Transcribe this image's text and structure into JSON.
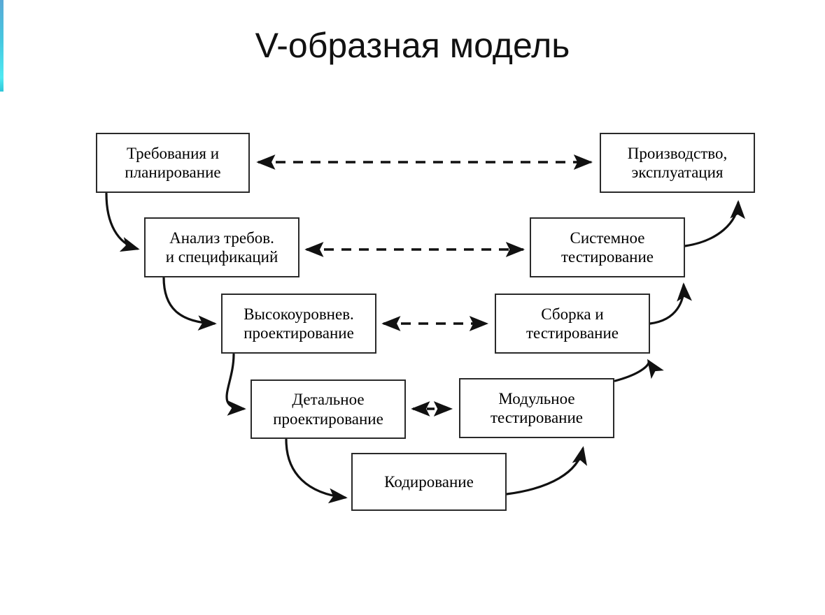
{
  "page": {
    "title": "V-образная модель",
    "accent_color": "#4fe9f2",
    "background_color": "#ffffff",
    "line_color": "#2a2a2a"
  },
  "diagram": {
    "type": "v-model",
    "nodes": [
      {
        "id": "requirements",
        "side": "left",
        "level": 1,
        "line1": "Требования и",
        "line2": "планирование"
      },
      {
        "id": "analysis",
        "side": "left",
        "level": 2,
        "line1": "Анализ требов.",
        "line2": "и спецификаций"
      },
      {
        "id": "high-level-design",
        "side": "left",
        "level": 3,
        "line1": "Высокоуровнев.",
        "line2": "проектирование"
      },
      {
        "id": "detailed-design",
        "side": "left",
        "level": 4,
        "line1": "Детальное",
        "line2": "проектирование"
      },
      {
        "id": "coding",
        "side": "bottom",
        "level": 5,
        "line1": "Кодирование",
        "line2": ""
      },
      {
        "id": "unit-testing",
        "side": "right",
        "level": 4,
        "line1": "Модульное",
        "line2": "тестирование"
      },
      {
        "id": "integration-testing",
        "side": "right",
        "level": 3,
        "line1": "Сборка и",
        "line2": "тестирование"
      },
      {
        "id": "system-testing",
        "side": "right",
        "level": 2,
        "line1": "Системное",
        "line2": "тестирование"
      },
      {
        "id": "production",
        "side": "right",
        "level": 1,
        "line1": "Производство,",
        "line2": "эксплуатация"
      }
    ],
    "verification_links": [
      {
        "id": "link-level-1",
        "from": "requirements",
        "to": "production",
        "style": "dashed",
        "arrows": "both"
      },
      {
        "id": "link-level-2",
        "from": "analysis",
        "to": "system-testing",
        "style": "dashed",
        "arrows": "both"
      },
      {
        "id": "link-level-3",
        "from": "high-level-design",
        "to": "integration-testing",
        "style": "dashed",
        "arrows": "both"
      },
      {
        "id": "link-level-4",
        "from": "detailed-design",
        "to": "unit-testing",
        "style": "dashed",
        "arrows": "both"
      }
    ],
    "flow_links": [
      {
        "id": "flow-req-analysis",
        "from": "requirements",
        "to": "analysis",
        "style": "curved",
        "arrows": "end"
      },
      {
        "id": "flow-analysis-hld",
        "from": "analysis",
        "to": "high-level-design",
        "style": "curved",
        "arrows": "end"
      },
      {
        "id": "flow-hld-dd",
        "from": "high-level-design",
        "to": "detailed-design",
        "style": "curved",
        "arrows": "end"
      },
      {
        "id": "flow-dd-coding",
        "from": "detailed-design",
        "to": "coding",
        "style": "curved",
        "arrows": "end"
      },
      {
        "id": "flow-coding-unit",
        "from": "coding",
        "to": "unit-testing",
        "style": "curved",
        "arrows": "end"
      },
      {
        "id": "flow-unit-integration",
        "from": "unit-testing",
        "to": "integration-testing",
        "style": "curved",
        "arrows": "end"
      },
      {
        "id": "flow-integration-system",
        "from": "integration-testing",
        "to": "system-testing",
        "style": "curved",
        "arrows": "end"
      },
      {
        "id": "flow-system-production",
        "from": "system-testing",
        "to": "production",
        "style": "curved",
        "arrows": "end"
      }
    ]
  }
}
